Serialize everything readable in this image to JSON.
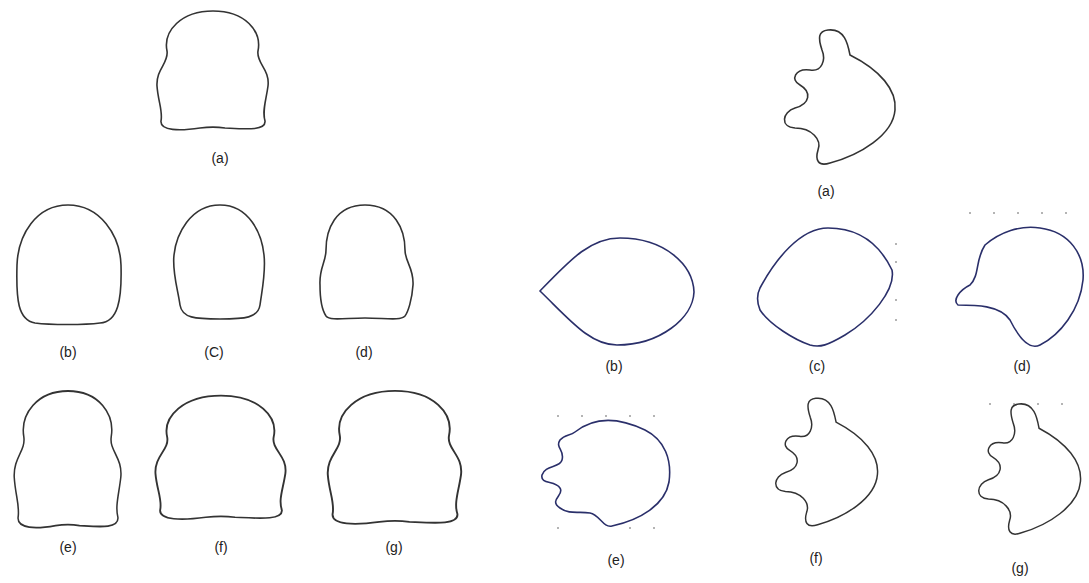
{
  "diagram": {
    "labels": [
      "(a)",
      "(b)",
      "(C)",
      "(d)",
      "(e)",
      "(f)",
      "(g)",
      "(a)",
      "(b)",
      "(c)",
      "(d)",
      "(e)",
      "(f)",
      "(g)"
    ]
  }
}
